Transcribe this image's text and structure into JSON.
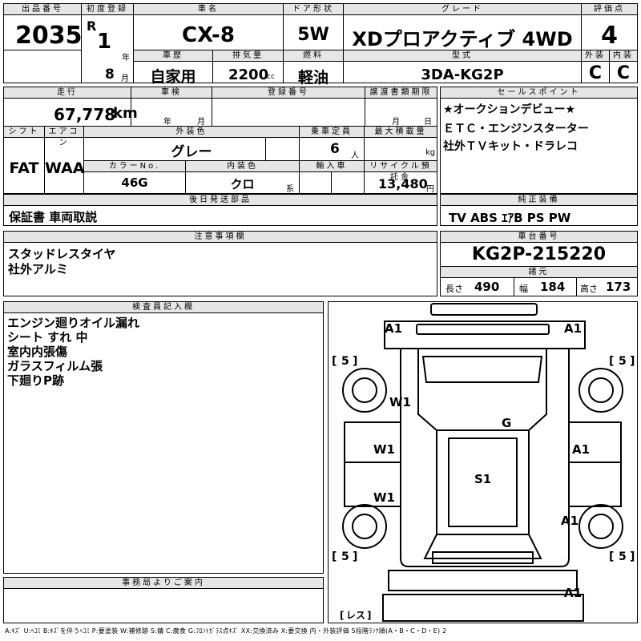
{
  "header": {
    "lot_label": "出品番号",
    "lot_value": "2035",
    "first_reg_label": "初度登録",
    "era": "R",
    "year_value": "1",
    "year_unit": "年",
    "month_value": "8",
    "month_unit": "月",
    "car_name_label": "車名",
    "car_name_value": "CX-8",
    "door_label": "ドア形状",
    "door_value": "5W",
    "grade_label": "グレード",
    "grade_value": "XDプロアクティブ 4WD",
    "score_label": "評価点",
    "score_value": "4",
    "history_label": "車歴",
    "history_value": "自家用",
    "displacement_label": "排気量",
    "displacement_value": "2200",
    "displacement_unit": "cc",
    "fuel_label": "燃料",
    "fuel_value": "軽油",
    "model_label": "型式",
    "model_value": "3DA-KG2P",
    "exterior_label": "外装",
    "exterior_value": "C",
    "interior_label": "内装",
    "interior_value": "C"
  },
  "specs": {
    "mileage_label": "走行",
    "mileage_value": "67,778",
    "mileage_unit": "km",
    "inspection_label": "車検",
    "inspection_year_unit": "年",
    "inspection_month_unit": "月",
    "regno_label": "登録番号",
    "transfer_label": "譲渡書類期限",
    "transfer_month_unit": "月",
    "transfer_day_unit": "日",
    "shift_label": "シフト",
    "shift_value": "FAT",
    "ac_label": "エアコン",
    "ac_value": "WAA",
    "color_label": "外装色",
    "color_value": "グレー",
    "capacity_label": "乗車定員",
    "capacity_value": "6",
    "capacity_unit": "人",
    "load_label": "最大積載量",
    "load_unit": "kg",
    "color_no_label": "カラーNo.",
    "color_no_value": "46G",
    "interior_color_label": "内装色",
    "interior_color_value": "クロ",
    "interior_color_unit": "系",
    "import_label": "輸入車",
    "recycle_label": "リサイクル預託金",
    "recycle_value": "13,480",
    "recycle_unit": "円"
  },
  "sales_points": {
    "label": "セールスポイント",
    "lines": [
      "★オークションデビュー★",
      "ＥＴＣ・エンジンスターター",
      "社外ＴＶキット・ドラレコ"
    ]
  },
  "later_items": {
    "label": "後日発送部品",
    "value": "保証書 車両取説"
  },
  "genuine_equipment": {
    "label": "純正装備",
    "value": "TV ABS ｴｱB PS PW"
  },
  "notes": {
    "label": "注意事項欄",
    "lines": [
      "スタッドレスタイヤ",
      "社外アルミ"
    ]
  },
  "chassis": {
    "label": "車台番号",
    "value": "KG2P-215220",
    "dims_label": "諸元",
    "length_label": "長さ",
    "length_value": "490",
    "width_label": "幅",
    "width_value": "184",
    "height_label": "高さ",
    "height_value": "173"
  },
  "inspector": {
    "label": "検査員記入欄",
    "lines": [
      "エンジン廻りオイル漏れ",
      "シート すれ 中",
      "室内内張傷",
      "ガラスフィルム張",
      "下廻りP跡"
    ]
  },
  "office": {
    "label": "事務局よりご案内"
  },
  "diagram": {
    "marks": {
      "front_left": "A1",
      "front_right": "A1",
      "tire_fl": "5",
      "tire_fr": "5",
      "tire_rl": "5",
      "tire_rr": "5",
      "hood": "W1",
      "door_fl": "W1",
      "door_rl": "W1",
      "door_fr": "A1",
      "quarter_r": "A1",
      "windshield": "G",
      "roof": "S1",
      "rear": "A1",
      "rear_note": "レス"
    }
  },
  "footer": {
    "legend": "A:ｷｽﾞ U:ﾍｺﾐ B:ｷｽﾞを伴うﾍｺﾐ P:要塗装 W:補修跡 S:錆 C:腐食 G:ﾌﾛﾝﾄｶﾞﾗｽ点ｷｽﾞ XX:交換済み X:要交換 内・外装評価 5段階ﾗﾝｸ順(A・B・C・D・E) 2"
  }
}
